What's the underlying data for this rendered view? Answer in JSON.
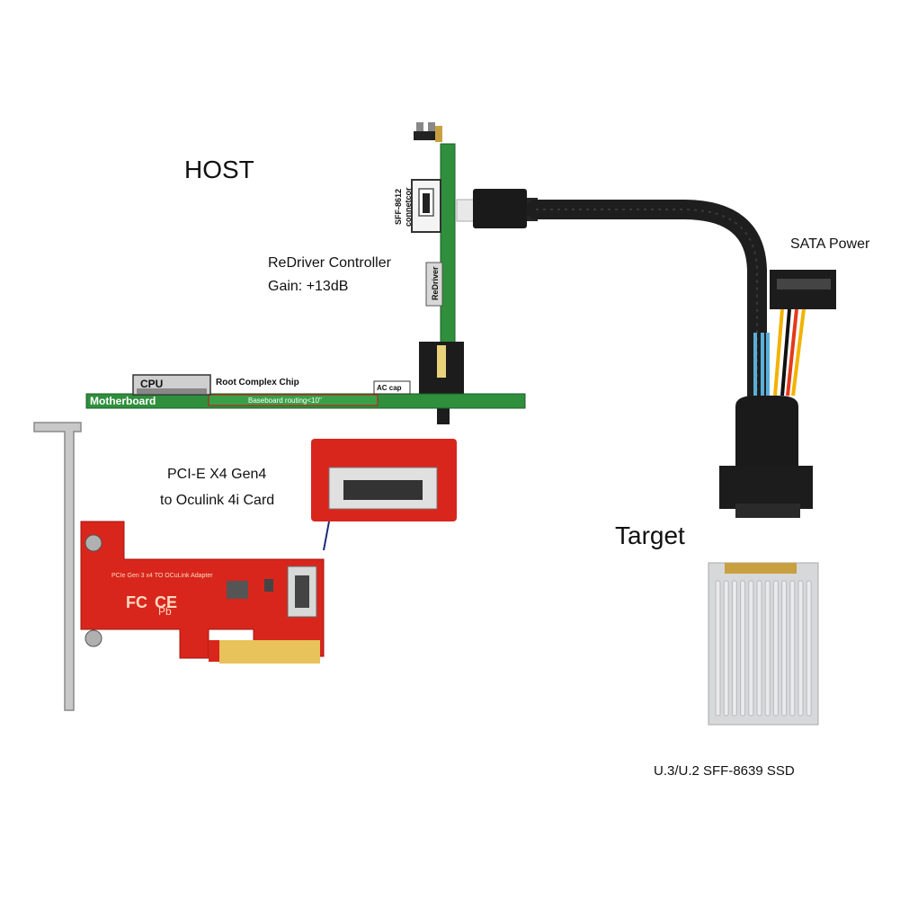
{
  "labels": {
    "host": "HOST",
    "redriver_controller": "ReDriver Controller",
    "gain": "Gain: +13dB",
    "sata_power": "SATA Power",
    "pcie_line1": "PCI-E X4 Gen4",
    "pcie_line2": "to Oculink 4i Card",
    "target": "Target",
    "ssd": "U.3/U.2 SFF-8639 SSD"
  },
  "board": {
    "cpu": "CPU",
    "root_complex": "Root Complex Chip",
    "motherboard": "Motherboard",
    "routing": "Baseboard routing<10\"",
    "ac_cap": "AC cap",
    "redriver_chip": "ReDriver",
    "connector": "SFF-8612",
    "connector2": "connetcor"
  },
  "card": {
    "silk_title": "PCIe Gen 3 x4 TO OCuLink Adapter",
    "fc_mark": "FC",
    "ce_mark": "CE",
    "pb_mark": "Pb"
  },
  "colors": {
    "pcb_green": "#2f8f3c",
    "pcb_red": "#d8261c",
    "cable_black": "#1e1e1e",
    "ssd_silver": "#d6d8da"
  }
}
